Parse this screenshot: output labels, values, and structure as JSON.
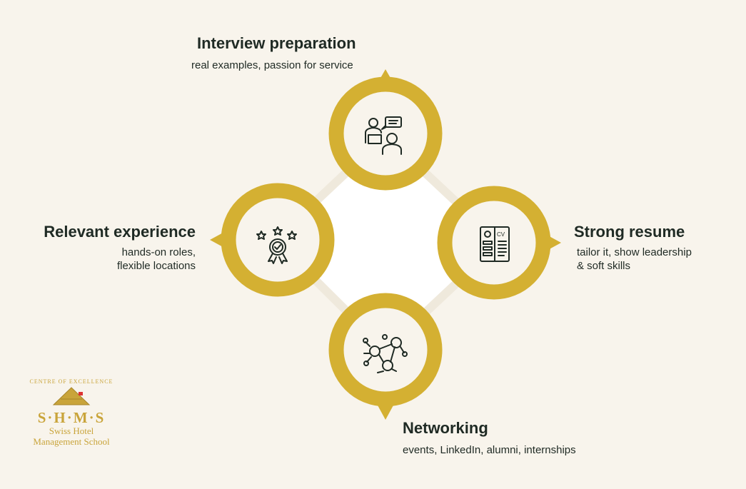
{
  "colors": {
    "gold": "#d4b032",
    "background": "#f8f4ec",
    "text": "#1f2a24"
  },
  "items": [
    {
      "title": "Interview preparation",
      "lines": [
        "real examples, passion for service"
      ],
      "icon": "interview-icon"
    },
    {
      "title": "Relevant experience",
      "lines": [
        "hands-on roles,",
        "flexible locations"
      ],
      "icon": "award-badge-icon"
    },
    {
      "title": "Strong resume",
      "lines": [
        "tailor it, show leadership",
        "& soft skills"
      ],
      "icon": "cv-document-icon",
      "icon_text": "CV"
    },
    {
      "title": "Networking",
      "lines": [
        "events, LinkedIn, alumni, internships"
      ],
      "icon": "network-icon"
    }
  ],
  "logo": {
    "arc": "CENTRE OF EXCELLENCE",
    "initials": "S·H·M·S",
    "line1": "Swiss Hotel",
    "line2": "Management School"
  }
}
